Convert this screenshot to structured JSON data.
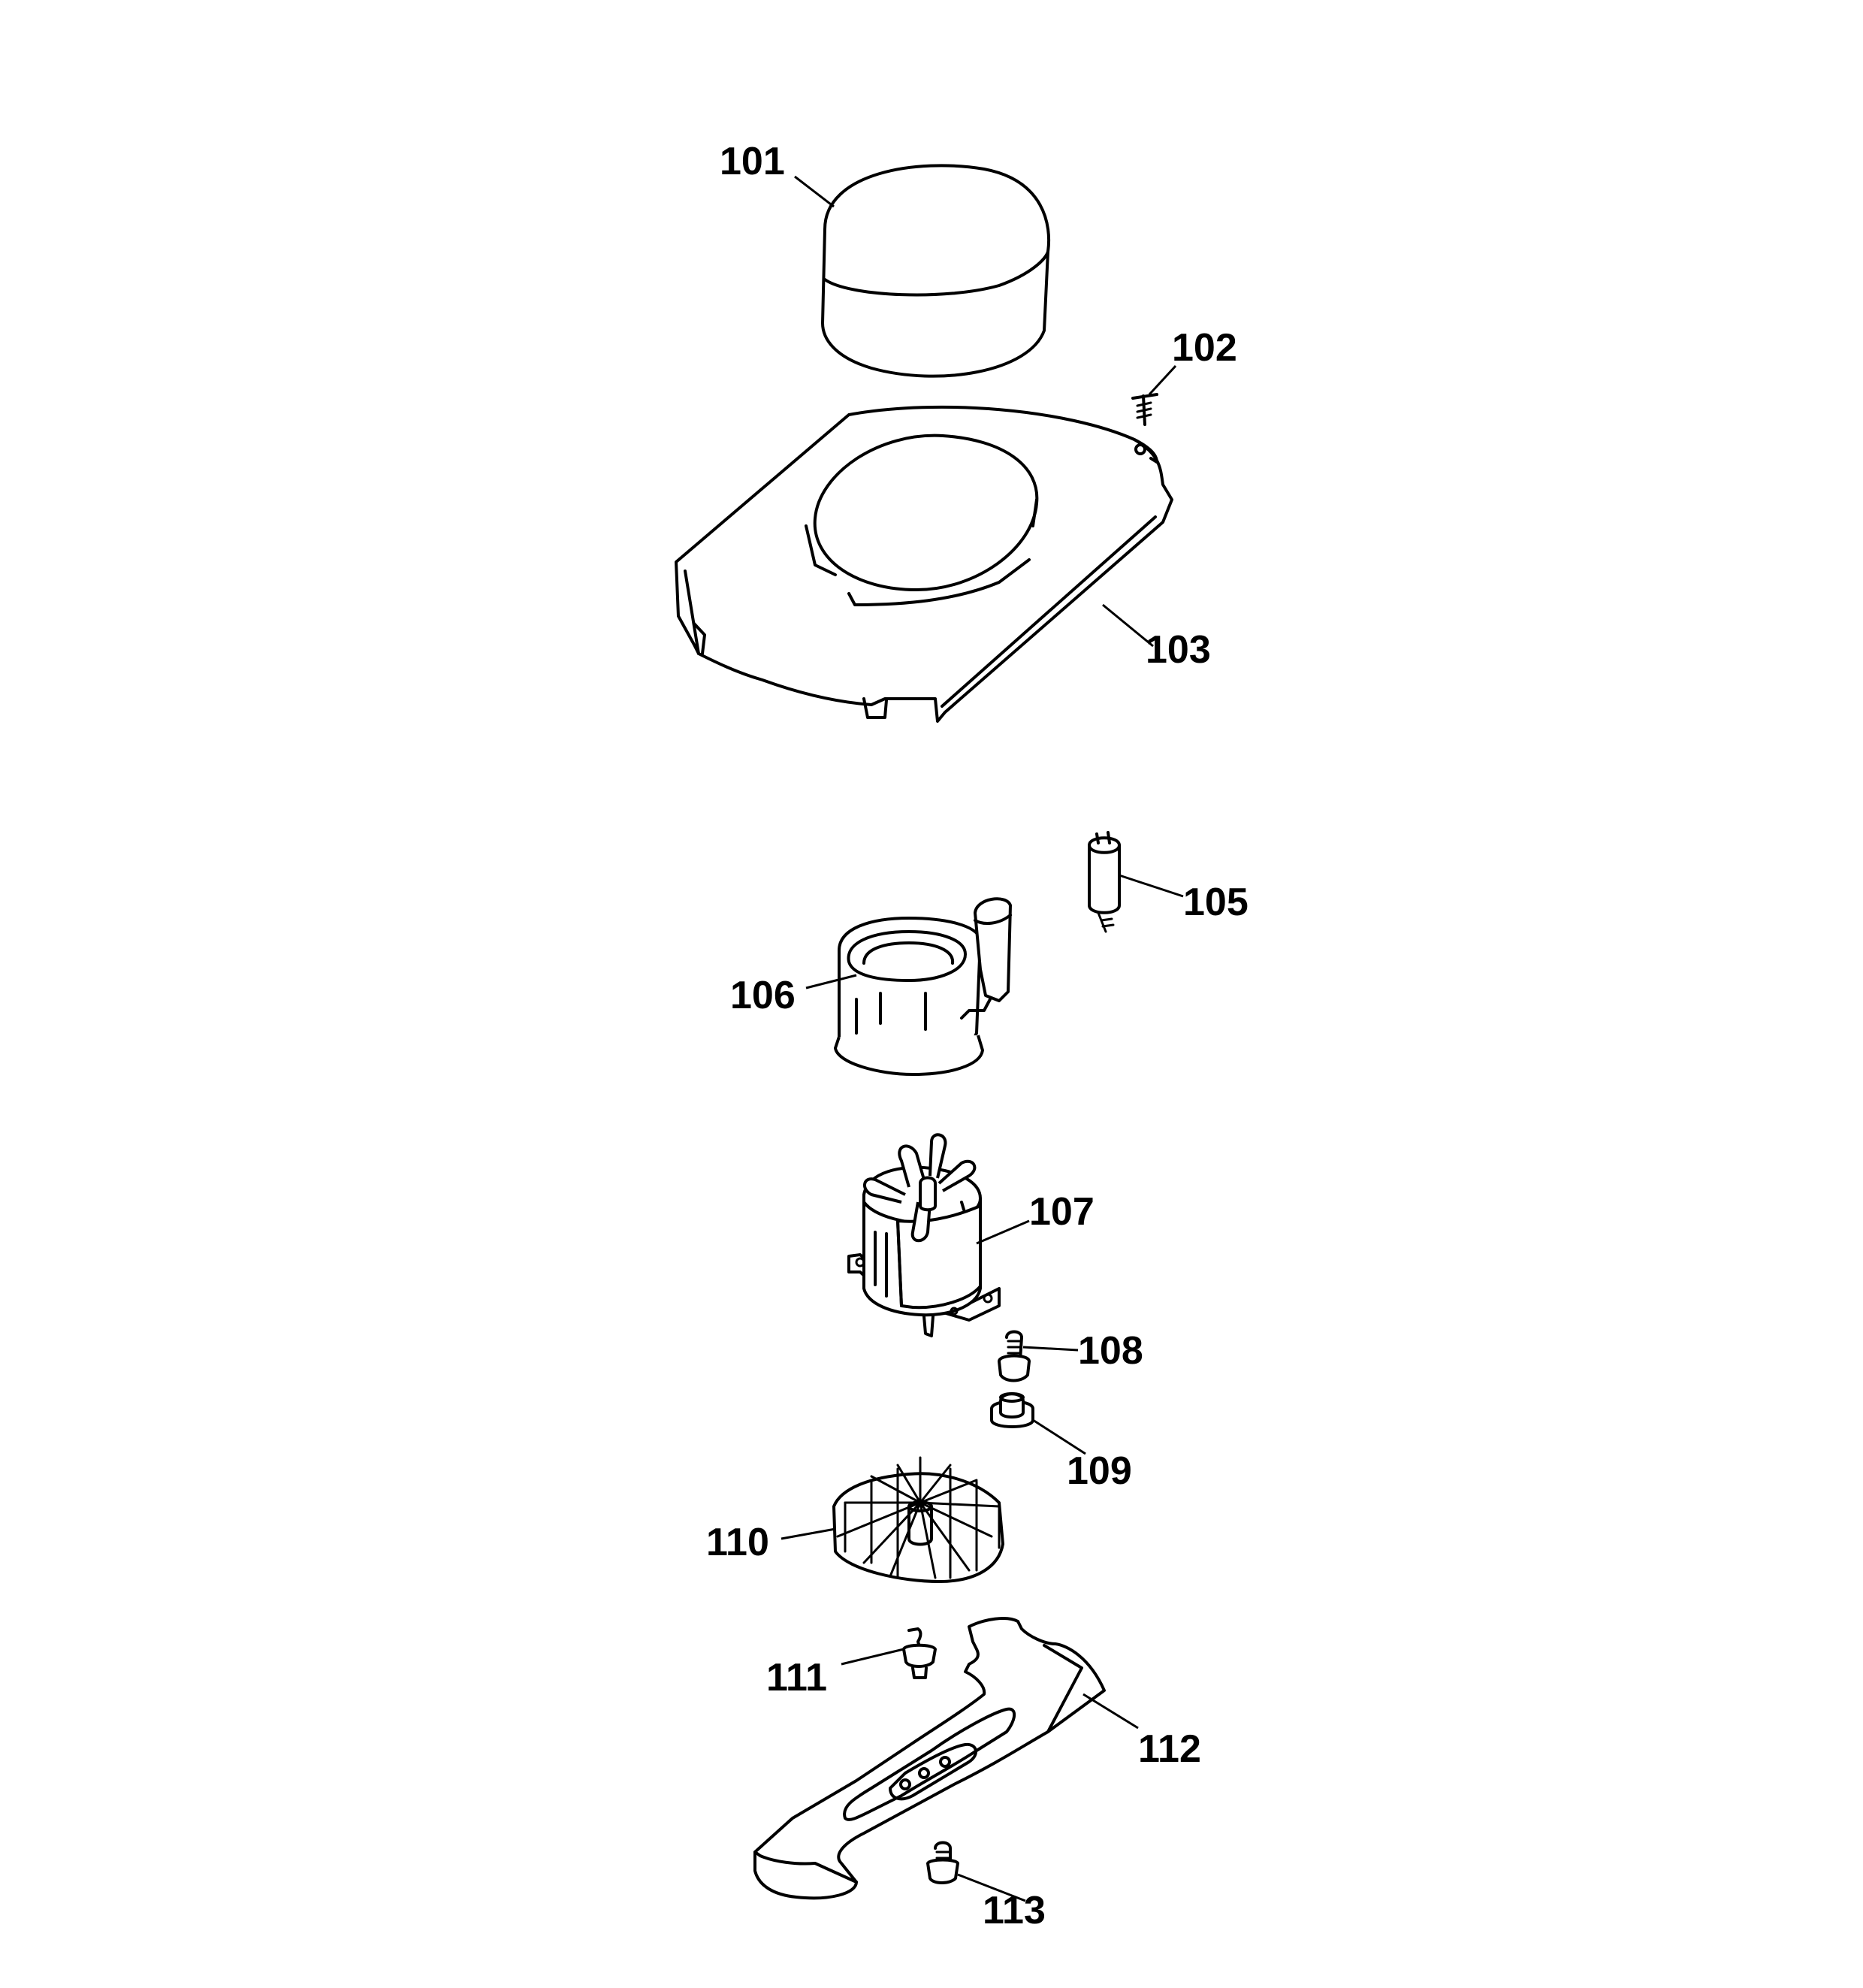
{
  "parts": [
    {
      "id": "p101",
      "label": "101",
      "name": "Filter cap"
    },
    {
      "id": "p102",
      "label": "102",
      "name": "Screw"
    },
    {
      "id": "p103",
      "label": "103",
      "name": "Housing cover"
    },
    {
      "id": "p105",
      "label": "105",
      "name": "Capacitor"
    },
    {
      "id": "p106",
      "label": "106",
      "name": "Motor cover"
    },
    {
      "id": "p107",
      "label": "107",
      "name": "Motor"
    },
    {
      "id": "p108",
      "label": "108",
      "name": "Bolt"
    },
    {
      "id": "p109",
      "label": "109",
      "name": "Bushing"
    },
    {
      "id": "p110",
      "label": "110",
      "name": "Fan"
    },
    {
      "id": "p111",
      "label": "111",
      "name": "Screw"
    },
    {
      "id": "p112",
      "label": "112",
      "name": "Blade"
    },
    {
      "id": "p113",
      "label": "113",
      "name": "Bolt"
    }
  ]
}
